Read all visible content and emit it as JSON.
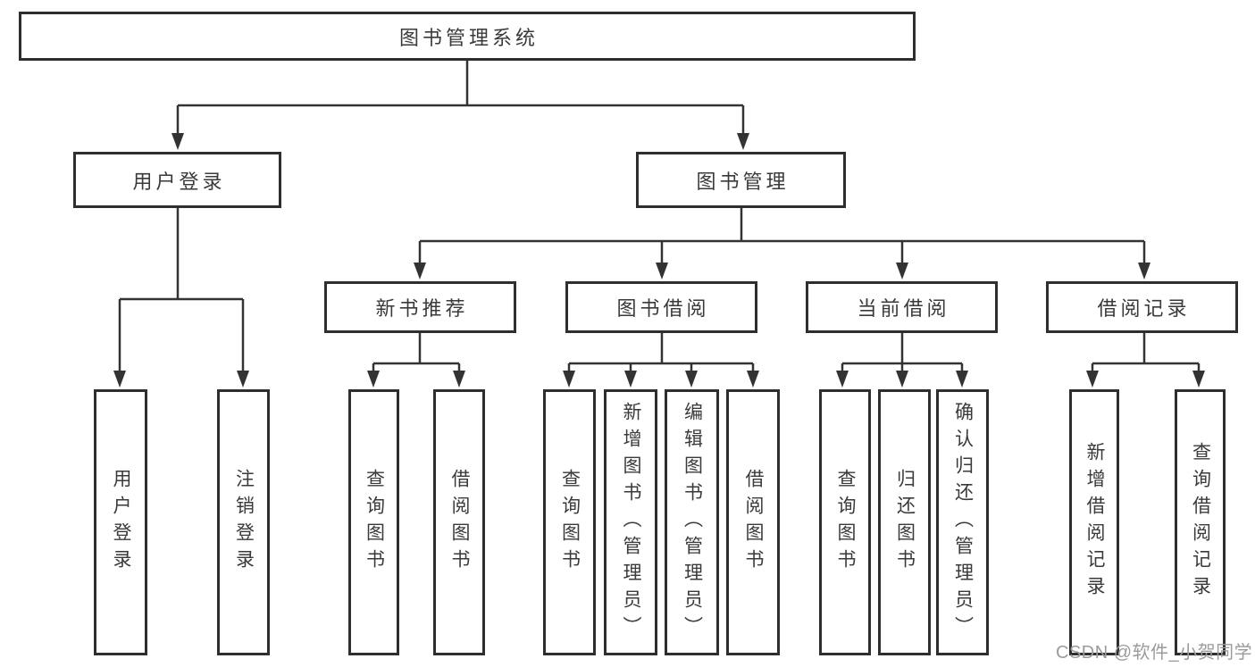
{
  "tree": {
    "root": "图书管理系统",
    "branches": [
      {
        "label": "用户登录",
        "children": [
          "用户登录",
          "注销登录"
        ]
      },
      {
        "label": "图书管理",
        "groups": [
          {
            "label": "新书推荐",
            "children": [
              "查询图书",
              "借阅图书"
            ]
          },
          {
            "label": "图书借阅",
            "children": [
              "查询图书",
              "新增图书（管理员）",
              "编辑图书（管理员）",
              "借阅图书"
            ]
          },
          {
            "label": "当前借阅",
            "children": [
              "查询图书",
              "归还图书",
              "确认归还（管理员）"
            ]
          },
          {
            "label": "借阅记录",
            "children": [
              "新增借阅记录",
              "查询借阅记录"
            ]
          }
        ]
      }
    ]
  },
  "watermark": {
    "text": "CSDN @软件_小贺同学"
  },
  "colors": {
    "line": "#333333",
    "box_border": "#2e2e2e",
    "text": "#3a3a3a",
    "watermark": "#9b9b9b",
    "background": "#ffffff"
  }
}
